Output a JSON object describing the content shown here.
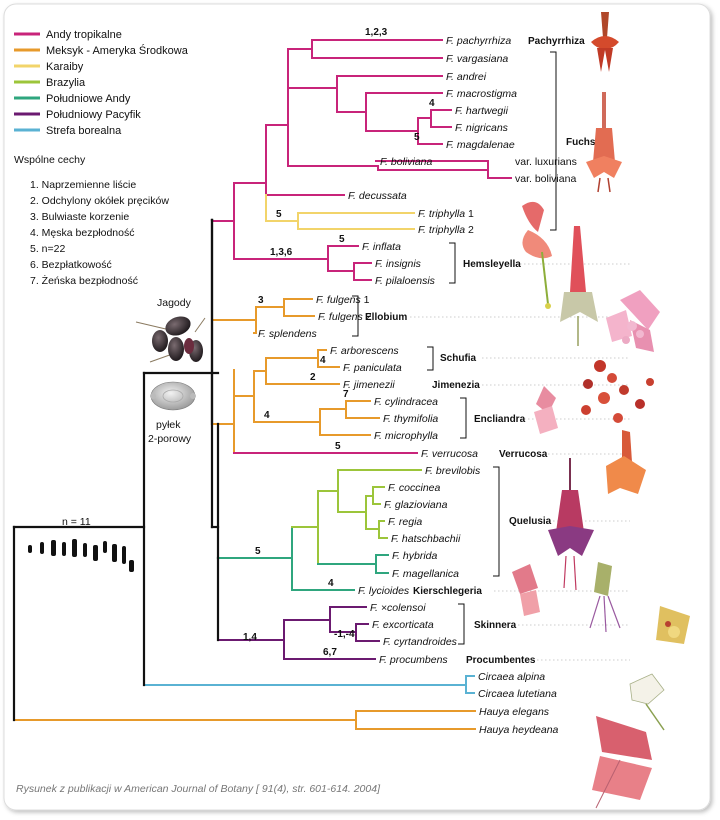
{
  "legend": {
    "items": [
      {
        "label": "Andy tropikalne",
        "color": "#c8247a"
      },
      {
        "label": "Meksyk - Ameryka Środkowa",
        "color": "#e79a2b"
      },
      {
        "label": "Karaiby",
        "color": "#f2d46a"
      },
      {
        "label": "Brazylia",
        "color": "#9cc53a"
      },
      {
        "label": "Południowe Andy",
        "color": "#2fa67e"
      },
      {
        "label": "Południowy Pacyfik",
        "color": "#6b1a70"
      },
      {
        "label": "Strefa borealna",
        "color": "#5ab2d3"
      }
    ]
  },
  "traits": {
    "title": "Wspólne cechy",
    "items": [
      "1. Naprzemienne liście",
      "2. Odchylony okółek pręcików",
      "3. Bulwiaste korzenie",
      "4. Męska bezpłodność",
      "5. n=22",
      "6. Bezpłatkowość",
      "7. Żeńska bezpłodność"
    ]
  },
  "notes": {
    "berries": "Jagody",
    "pollen_1": "pyłek",
    "pollen_2": "2-porowy",
    "chromosomes": "n = 11"
  },
  "caption": "Rysunek z publikacji w American Journal of Botany [ 91(4), str. 601-614. 2004]",
  "leaves": [
    {
      "id": "pach",
      "genus": "F.",
      "name": "pachyrrhiza"
    },
    {
      "id": "varg",
      "genus": "F.",
      "name": "vargasiana"
    },
    {
      "id": "andr",
      "genus": "F.",
      "name": "andrei"
    },
    {
      "id": "macr",
      "genus": "F.",
      "name": "macrostigma"
    },
    {
      "id": "hart",
      "genus": "F.",
      "name": "hartwegii"
    },
    {
      "id": "nigr",
      "genus": "F.",
      "name": "nigricans"
    },
    {
      "id": "magd",
      "genus": "F.",
      "name": "magdalenae"
    },
    {
      "id": "luxu",
      "genus": "F.",
      "name": "boliviana",
      "var": "var. luxurians"
    },
    {
      "id": "boli",
      "genus": "",
      "name": "",
      "var": "var. boliviana"
    },
    {
      "id": "decu",
      "genus": "F.",
      "name": "decussata"
    },
    {
      "id": "trip1",
      "genus": "F.",
      "name": "triphylla",
      "suffix": "1"
    },
    {
      "id": "trip2",
      "genus": "F.",
      "name": "triphylla",
      "suffix": "2"
    },
    {
      "id": "infl",
      "genus": "F.",
      "name": "inflata"
    },
    {
      "id": "insi",
      "genus": "F.",
      "name": "insignis"
    },
    {
      "id": "pila",
      "genus": "F.",
      "name": "pilaloensis"
    },
    {
      "id": "fulg1",
      "genus": "F.",
      "name": "fulgens",
      "suffix": "1"
    },
    {
      "id": "fulg2",
      "genus": "F.",
      "name": "fulgens",
      "suffix": "2"
    },
    {
      "id": "sple",
      "genus": "F.",
      "name": "splendens"
    },
    {
      "id": "arbo",
      "genus": "F.",
      "name": "arborescens"
    },
    {
      "id": "pani",
      "genus": "F.",
      "name": "paniculata"
    },
    {
      "id": "jime",
      "genus": "F.",
      "name": "jimenezii"
    },
    {
      "id": "cyli",
      "genus": "F.",
      "name": "cylindracea"
    },
    {
      "id": "thym",
      "genus": "F.",
      "name": "thymifolia"
    },
    {
      "id": "micr",
      "genus": "F.",
      "name": "microphylla"
    },
    {
      "id": "verr",
      "genus": "F.",
      "name": "verrucosa"
    },
    {
      "id": "brev",
      "genus": "F.",
      "name": "brevilobis"
    },
    {
      "id": "cocc",
      "genus": "F.",
      "name": "coccinea"
    },
    {
      "id": "glaz",
      "genus": "F.",
      "name": "glazioviana"
    },
    {
      "id": "regi",
      "genus": "F.",
      "name": "regia"
    },
    {
      "id": "hats",
      "genus": "F.",
      "name": "hatschbachii"
    },
    {
      "id": "hybr",
      "genus": "F.",
      "name": "hybrida"
    },
    {
      "id": "mage",
      "genus": "F.",
      "name": "magellanica"
    },
    {
      "id": "lyci",
      "genus": "F.",
      "name": "lycioides"
    },
    {
      "id": "cole",
      "genus": "F.",
      "name": "×colensoi"
    },
    {
      "id": "exco",
      "genus": "F.",
      "name": "excorticata"
    },
    {
      "id": "cyrt",
      "genus": "F.",
      "name": "cyrtandroides"
    },
    {
      "id": "proc",
      "genus": "F.",
      "name": "procumbens"
    },
    {
      "id": "calp",
      "genus": "",
      "name": "Circaea alpina"
    },
    {
      "id": "clut",
      "genus": "",
      "name": "Circaea lutetiana"
    },
    {
      "id": "hele",
      "genus": "",
      "name": "Hauya elegans"
    },
    {
      "id": "hhey",
      "genus": "",
      "name": "Hauya heydeana"
    }
  ],
  "groups": [
    {
      "id": "g_pach",
      "label": "Pachyrrhiza"
    },
    {
      "id": "g_fuch",
      "label": "Fuchsia"
    },
    {
      "id": "g_hems",
      "label": "Hemsleyella"
    },
    {
      "id": "g_ello",
      "label": "Ellobium"
    },
    {
      "id": "g_schu",
      "label": "Schufia"
    },
    {
      "id": "g_jime",
      "label": "Jimenezia"
    },
    {
      "id": "g_encl",
      "label": "Encliandra"
    },
    {
      "id": "g_verr",
      "label": "Verrucosa"
    },
    {
      "id": "g_quel",
      "label": "Quelusia"
    },
    {
      "id": "g_kier",
      "label": "Kierschlegeria"
    },
    {
      "id": "g_skin",
      "label": "Skinnera"
    },
    {
      "id": "g_proc",
      "label": "Procumbentes"
    }
  ],
  "marks": [
    {
      "id": "m_pach",
      "label": "1,2,3"
    },
    {
      "id": "m_hart",
      "label": "4"
    },
    {
      "id": "m_magd",
      "label": "5"
    },
    {
      "id": "m_trip",
      "label": "5"
    },
    {
      "id": "m_infl",
      "label": "5"
    },
    {
      "id": "m_hems",
      "label": "1,3,6"
    },
    {
      "id": "m_ello",
      "label": "3"
    },
    {
      "id": "m_pani",
      "label": "4"
    },
    {
      "id": "m_jime",
      "label": "2"
    },
    {
      "id": "m_cyli",
      "label": "7"
    },
    {
      "id": "m_encl",
      "label": "4"
    },
    {
      "id": "m_verr",
      "label": "5"
    },
    {
      "id": "m_ande",
      "label": "5"
    },
    {
      "id": "m_lyci",
      "label": "4"
    },
    {
      "id": "m_skin",
      "label": "1,4"
    },
    {
      "id": "m_cyrt",
      "label": "-1,-4"
    },
    {
      "id": "m_proc",
      "label": "6,7"
    }
  ]
}
